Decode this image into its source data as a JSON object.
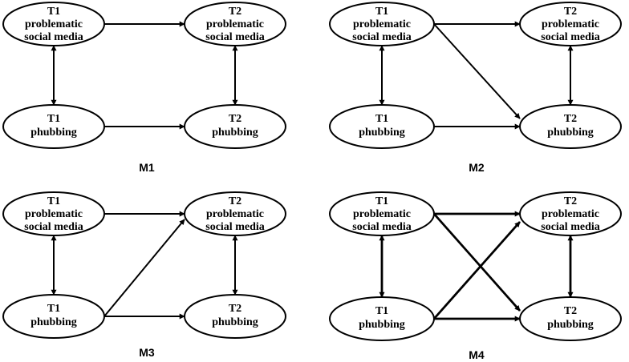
{
  "nodes": {
    "t1_problematic": {
      "line1": "T1",
      "line2": "problematic",
      "line3": "social media"
    },
    "t2_problematic": {
      "line1": "T2",
      "line2": "problematic",
      "line3": "social media"
    },
    "t1_phubbing": {
      "line1": "T1",
      "line2": "phubbing"
    },
    "t2_phubbing": {
      "line1": "T2",
      "line2": "phubbing"
    }
  },
  "models": [
    {
      "label": "M1"
    },
    {
      "label": "M2"
    },
    {
      "label": "M3"
    },
    {
      "label": "M4"
    }
  ]
}
